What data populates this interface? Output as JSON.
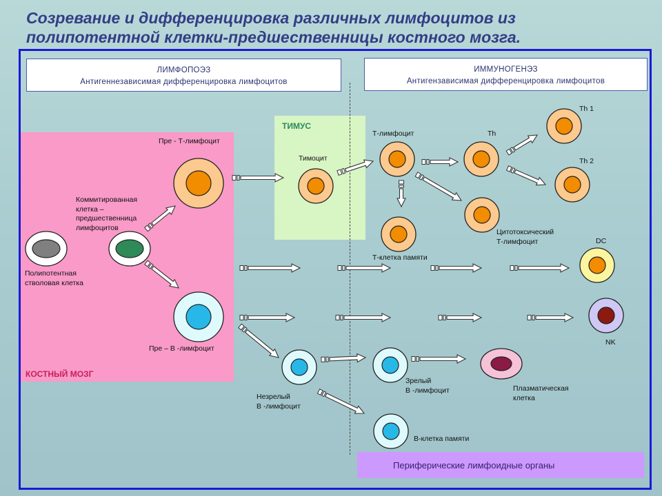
{
  "title": {
    "line1": "Созревание и дифференцировка различных лимфоцитов из",
    "line2": "полипотентной клетки-предшественницы костного мозга."
  },
  "left_header": {
    "title": "ЛИМФОПОЭЗ",
    "subtitle": "Антигеннезависимая дифференцировка лимфоцитов"
  },
  "right_header": {
    "title": "ИММУНОГЕНЭЗ",
    "subtitle": "Антигензависимая дифференцировка лимфоцитов"
  },
  "zones": {
    "bone_marrow": "КОСТНЫЙ МОЗГ",
    "thymus": "ТИМУС",
    "peripheral": "Периферические лимфоидные органы"
  },
  "cells": {
    "stem": [
      "Полипотентная",
      "стволовая клетка"
    ],
    "committed": [
      "Коммитированная",
      "клетка –",
      "предшественница",
      "лимфоцитов"
    ],
    "pre_t": "Пре - Т-лимфоцит",
    "pre_b": "Пре – В -лимфоцит",
    "thymocyte": "Тимоцит",
    "t_lymphocyte": "Т-лимфоцит",
    "th": "Th",
    "th1": "Th 1",
    "th2": "Th 2",
    "cytotoxic": [
      "Цитотоксический",
      "Т-лимфоцит"
    ],
    "t_memory": "Т-клетка памяти",
    "dc": "DC",
    "nk": "NK",
    "immature_b": [
      "Незрелый",
      "В -лимфоцит"
    ],
    "mature_b": [
      "Зрелый",
      "В -лимфоцит"
    ],
    "plasma": [
      "Плазматическая",
      "клетка"
    ],
    "b_memory": "В-клетка памяти"
  },
  "colors": {
    "title": "#333d86",
    "frame": "#1a1ad6",
    "bone_marrow_zone": "#f99ac8",
    "thymus_zone": "#d8f5c4",
    "peripheral_zone": "#cc99ff",
    "t_cell_outer": "#fcc98e",
    "t_cell_nucleus": "#f28c00",
    "b_cell_outer": "#dffafc",
    "b_cell_nucleus": "#27b8e8",
    "stem_nucleus": "#808080",
    "committed_nucleus": "#2e8b57",
    "dc_outer": "#fbf5a0",
    "nk_outer": "#cfc8f5",
    "nk_nucleus": "#8b1a10",
    "plasma_nucleus": "#8b1a45"
  }
}
